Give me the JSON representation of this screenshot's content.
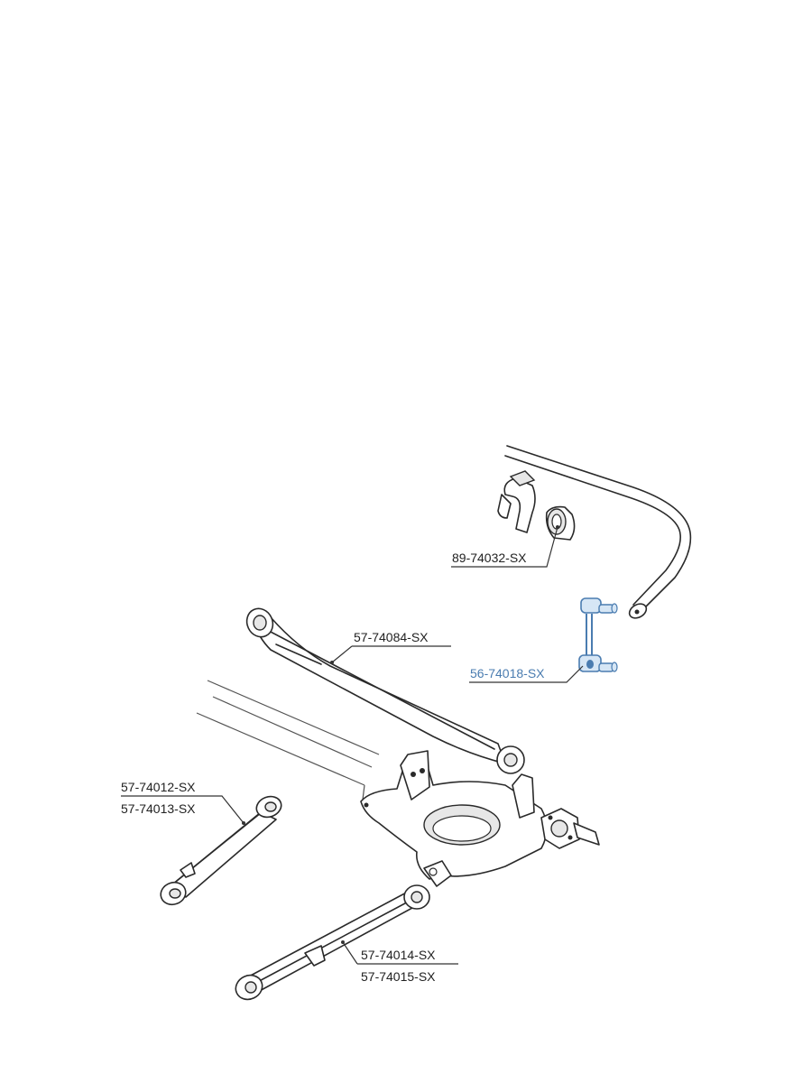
{
  "labels": {
    "bushing": "89-74032-SX",
    "trailing_arm": "57-74084-SX",
    "end_link": "56-74018-SX",
    "upper_arm_a": "57-74012-SX",
    "upper_arm_b": "57-74013-SX",
    "lower_arm_a": "57-74014-SX",
    "lower_arm_b": "57-74015-SX"
  },
  "colors": {
    "highlight": "#4a7cb0",
    "highlight_fill": "#d6e6f5",
    "ink": "#2a2a2a"
  }
}
